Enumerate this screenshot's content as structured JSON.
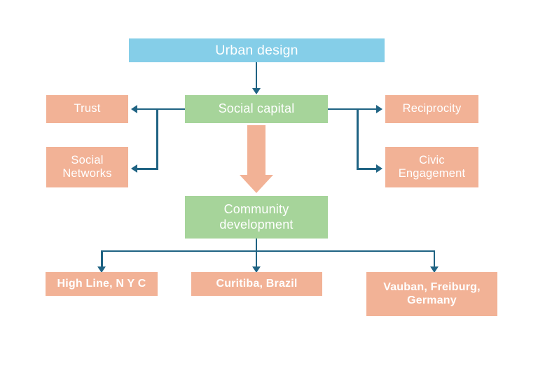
{
  "diagram": {
    "title": "Urban design",
    "colors": {
      "root": "#85CEE8",
      "concept": "#A6D49A",
      "attribute": "#F2B296",
      "connector": "#1F6383",
      "text": "#FFFFFF",
      "background": "#FFFFFF"
    },
    "root": {
      "label": "Urban design"
    },
    "social_capital": {
      "label": "Social capital"
    },
    "attributes": {
      "left": [
        {
          "label": "Trust"
        },
        {
          "label_line1": "Social",
          "label_line2": "Networks"
        }
      ],
      "right": [
        {
          "label": "Reciprocity"
        },
        {
          "label_line1": "Civic",
          "label_line2": "Engagement"
        }
      ]
    },
    "community_development": {
      "label_line1": "Community",
      "label_line2": "development"
    },
    "case_studies": [
      {
        "label": "High Line, N Y C"
      },
      {
        "label": "Curitiba, Brazil"
      },
      {
        "label_line1": "Vauban, Freiburg,",
        "label_line2": "Germany"
      }
    ]
  }
}
